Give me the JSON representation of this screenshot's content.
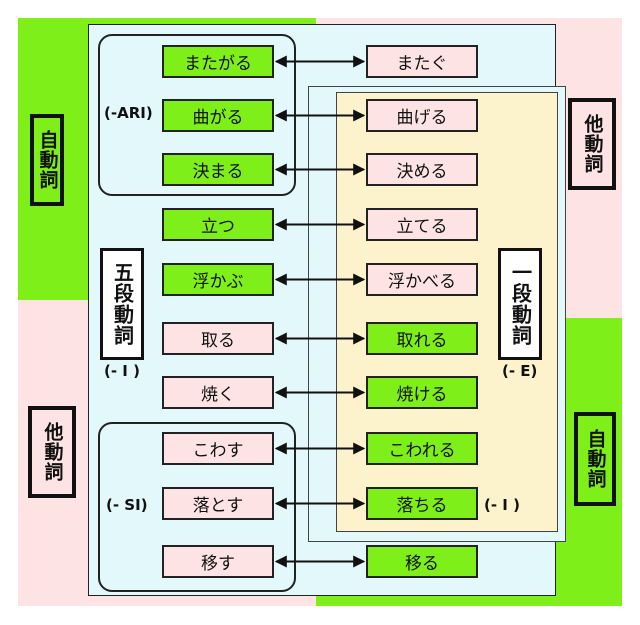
{
  "colors": {
    "intransitive_bg": "#7fef1a",
    "transitive_bg": "#fde3e3",
    "godan_region": "#e3f8fb",
    "ichidan_region": "#fcf2cc",
    "green_quadrant": "#7fef1a",
    "pink_quadrant": "#fde3e3"
  },
  "side_labels": {
    "top_left": "自動詞",
    "top_right": "他動詞",
    "bottom_left": "他動詞",
    "bottom_right": "自動詞"
  },
  "center_labels": {
    "godan": "五段動詞",
    "ichidan": "一段動詞"
  },
  "notes": {
    "ari": "(-ARI)",
    "i_left": "(- I )",
    "e_right": "(- E)",
    "si": "(- SI)",
    "i_right": "(- I )"
  },
  "pairs": [
    {
      "left": "またがる",
      "right": "またぐ"
    },
    {
      "left": "曲がる",
      "right": "曲げる"
    },
    {
      "left": "決まる",
      "right": "決める"
    },
    {
      "left": "立つ",
      "right": "立てる"
    },
    {
      "left": "浮かぶ",
      "right": "浮かべる"
    },
    {
      "left": "取る",
      "right": "取れる"
    },
    {
      "left": "焼く",
      "right": "焼ける"
    },
    {
      "left": "こわす",
      "right": "こわれる"
    },
    {
      "left": "落とす",
      "right": "落ちる"
    },
    {
      "left": "移す",
      "right": "移る"
    }
  ]
}
